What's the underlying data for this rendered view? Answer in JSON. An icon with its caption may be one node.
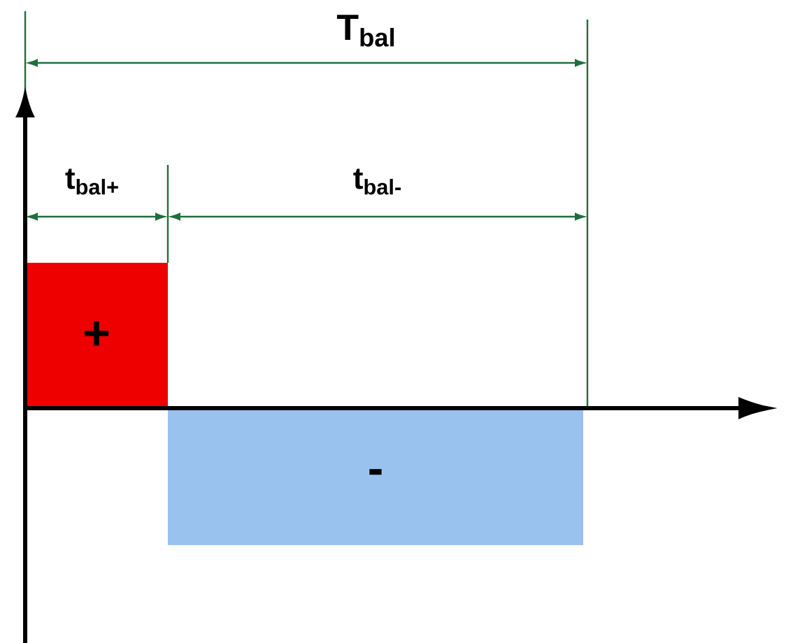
{
  "diagram": {
    "nodes": [
      {
        "text": [
          "+"
        ]
      },
      {
        "text": [
          "-"
        ]
      }
    ],
    "labels": [
      "T$_{bal}$",
      "t$_{bal+}$",
      "t$_{bal-}$"
    ]
  }
}
